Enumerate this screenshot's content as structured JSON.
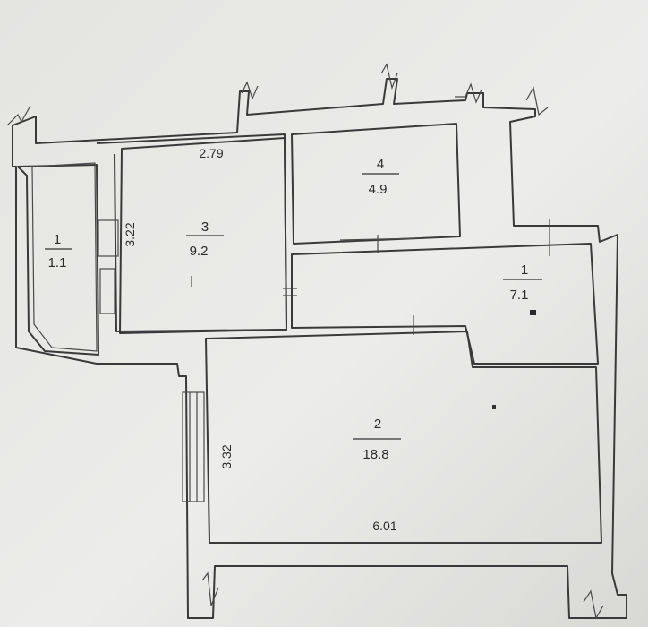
{
  "rooms": [
    {
      "number": "1",
      "area": "1.1"
    },
    {
      "number": "3",
      "area": "9.2"
    },
    {
      "number": "4",
      "area": "4.9"
    },
    {
      "number": "1",
      "area": "7.1"
    },
    {
      "number": "2",
      "area": "18.8"
    }
  ],
  "dimensions": {
    "room3_width": "2.79",
    "room3_height": "3.22",
    "room2_height": "3.32",
    "room2_width": "6.01"
  },
  "colors": {
    "paper": "#e9e9e6",
    "wall_fill": "#f3f3f1",
    "ink": "#333333"
  }
}
